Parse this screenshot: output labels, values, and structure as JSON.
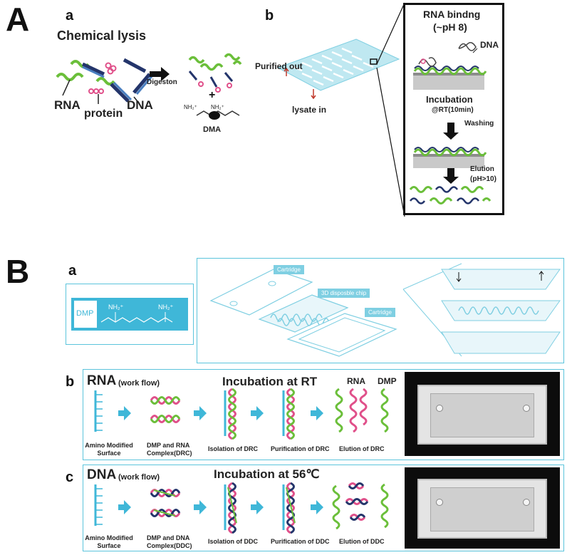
{
  "panel_A": {
    "letter": "A",
    "a": {
      "letter": "a",
      "title": "Chemical lysis",
      "labels": {
        "rna": "RNA",
        "protein": "protein",
        "dna": "DNA",
        "digestion": "Digeston",
        "dma": "DMA",
        "nh2": "NH₂⁺"
      }
    },
    "b": {
      "letter": "b",
      "purified_out": "Purified out",
      "lysate_in": "lysate in"
    },
    "inset": {
      "title_line1": "RNA bindng",
      "title_line2": "(~pH 8)",
      "dna": "DNA",
      "incubation": "Incubation",
      "incubation_cond": "@RT(10min)",
      "washing": "Washing",
      "elution": "Elution",
      "elution_cond": "(pH>10)"
    }
  },
  "panel_B": {
    "letter": "B",
    "a": {
      "letter": "a",
      "dmp": "DMP",
      "nh2": "NH₂⁺",
      "cartridge_top": "Cartridge",
      "chip": "3D disposble chip",
      "cartridge_bottom": "Cartridge"
    },
    "b": {
      "letter": "b",
      "title": "RNA",
      "subtitle": "(work flow)",
      "incubation": "Incubation at RT",
      "rna_tag": "RNA",
      "dmp_tag": "DMP",
      "steps": [
        {
          "line1": "Amino Modified",
          "line2": "Surface"
        },
        {
          "line1": "DMP and RNA",
          "line2": "Complex(DRC)"
        },
        {
          "line1": "Isolation of DRC",
          "line2": ""
        },
        {
          "line1": "Purification of DRC",
          "line2": ""
        },
        {
          "line1": "Elution of DRC",
          "line2": ""
        }
      ]
    },
    "c": {
      "letter": "c",
      "title": "DNA",
      "subtitle": "(work flow)",
      "incubation": "Incubation at 56℃",
      "steps": [
        {
          "line1": "Amino Modified",
          "line2": "Surface"
        },
        {
          "line1": "DMP and DNA",
          "line2": "Complex(DDC)"
        },
        {
          "line1": "Isolation of DDC",
          "line2": ""
        },
        {
          "line1": "Purification of DDC",
          "line2": ""
        },
        {
          "line1": "Elution of DDC",
          "line2": ""
        }
      ]
    }
  },
  "colors": {
    "cyan": "#5bc4dc",
    "cyan_fill": "#3fb7d8",
    "green": "#6bbf3a",
    "pink": "#e0508a",
    "navy": "#24356b",
    "light_blue": "#bfe8f1"
  }
}
